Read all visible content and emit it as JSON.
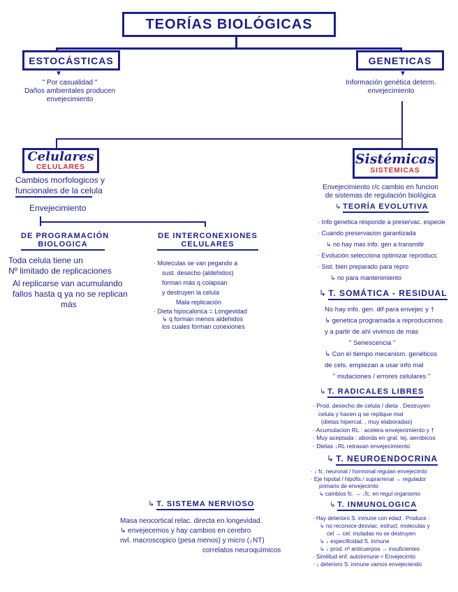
{
  "title": "TEORÍAS BIOLÓGICAS",
  "estocasticas": {
    "label": "ESTOCÁSTICAS",
    "lines": [
      "\" Por casualidad \"",
      "Daños ambientales producen",
      "envejecimiento"
    ]
  },
  "geneticas": {
    "label": "GENETICAS",
    "lines": [
      "Información genética determ.",
      "envejecimiento"
    ]
  },
  "celulares": {
    "label": "CELULARES",
    "script": "Celulares",
    "lines": [
      "Cambios morfologicos y",
      "funcionales de la celula",
      "Envejecimiento"
    ],
    "programacion": {
      "heading": [
        "DE PROGRAMACIÓN",
        "BIOLOGICA"
      ],
      "lines": [
        "Toda celula tiene un",
        "Nº limitado de replicaciones",
        "Al replicarse van acumulando",
        "fallos hasta q ya no se replican",
        "más"
      ]
    },
    "interconexiones": {
      "heading": [
        "DE INTERCONEXIONES",
        "CELULARES"
      ],
      "lines": [
        "· Moleculas se van pegando a",
        "sust. desecho (aldehidos)",
        "forman más q colapsan",
        "y destruyen la celula",
        "Mala replicación",
        "· Dieta hipocalorica = Longevidad",
        "↳ q forman menos aldehidos",
        "los cuales forman conexiones"
      ]
    }
  },
  "sistemicas": {
    "label": "SISTEMICAS",
    "script": "Sistémicas",
    "lines": [
      "Envejecimiento r/c cambio en funcion",
      "de sistemas de regulación biológica"
    ],
    "evolutiva": {
      "heading": "TEORÍA EVOLUTIVA",
      "lines": [
        "· Info genetica responde a preservac. especie",
        "· Cuando preservacion garantizada",
        "↳ no hay mas info. gen a transmitir",
        "· Evolución selecciona optimizar reproducc",
        "· Sist. bien preparado para repro",
        "↳ no para mantenimiento"
      ]
    },
    "somatica": {
      "heading": "T. SOMÁTICA - RESIDUAL",
      "lines": [
        "No hay info. gen. dif para envejec y †",
        "↳ genetica programada a reproducirnos",
        "y a partir de ahí vivimos de más",
        "\" Senescencia \"",
        "↳ Con el tiempo mecanism. genéticos",
        "de cels. empiezan a usar info mal",
        "\" mutaciones / errores celulares \""
      ]
    },
    "radicales": {
      "heading": "T. RADICALES LIBRES",
      "lines": [
        "· Prod. desecho de celula / dieta . Destruyen",
        "celula y hacen q se replique mal",
        "(dietas hipercal. , muy elaboradas)",
        "· Acumulacion RL : acelera envejecimiento y †",
        "· Muy aceptada : aborda en gral. tej. aerobicos",
        "· Dietas ↓RL retrasan envejecimiento"
      ]
    },
    "neuroendocrina": {
      "heading": "T. NEUROENDOCRINA",
      "lines": [
        "· ↓ fc. neuronal / hormonal regulan envejecimto",
        "· Eje hipotal / hipofis / suprarrenal → regulador",
        "primario de envejecimto",
        "↳ cambios fc. → ↓fc. en regul organismo"
      ]
    },
    "inmunologica": {
      "heading": "T. INMUNOLOGICA",
      "lines": [
        "· Hay deterioro S. inmune con edad . Produce :",
        "↳ no reconoce desviac. estruct. moleculas y",
        "cel → cel. mutadas no se destruyen",
        "↳ ↓ especificidad S. inmune",
        "↳ ↓ prod. nº anticuerpos → insuficientes",
        "· Similitud enf. autoinmune ≈ Envejecimto",
        "· ↓ deterioro S. inmune vamos envejeciendo"
      ]
    }
  },
  "nervioso": {
    "heading": "T. SISTEMA NERVIOSO",
    "lines": [
      "Masa neocortical relac. directa en longevidad.",
      "↳ envejecemos y hay cambios en cerebro",
      "nvl. macroscopico (pesa menos) y micro (↓NT)",
      "correlatos neuroquímicos"
    ]
  },
  "colors": {
    "ink": "#1c1f8a",
    "accent": "#d42a2a"
  }
}
